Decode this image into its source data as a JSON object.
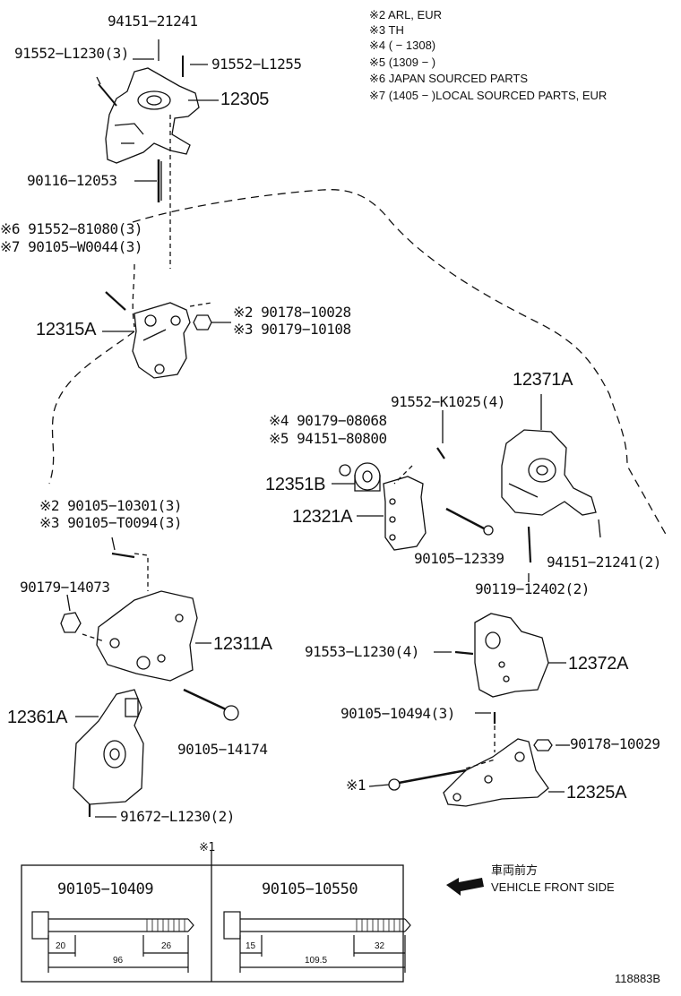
{
  "notes": {
    "n2": "※2 ARL, EUR",
    "n3": "※3 TH",
    "n4": "※4 (        − 1308)",
    "n5": "※5 (1309 −         )",
    "n6": "※6 JAPAN SOURCED PARTS",
    "n7": "※7 (1405 −         )LOCAL SOURCED PARTS, EUR"
  },
  "parts": {
    "p94151_21241": "94151−21241",
    "p91552_L1230_3": "91552−L1230(3)",
    "p91552_L1255": "91552−L1255",
    "p12305": "12305",
    "p90116_12053": "90116−12053",
    "p91552_81080_3": "※6 91552−81080(3)",
    "p90105_W0044_3": "※7 90105−W0044(3)",
    "p12315A": "12315A",
    "p90178_10028": "※2 90178−10028",
    "p90179_10108": "※3 90179−10108",
    "p12371A": "12371A",
    "p91552_K1025_4": "91552−K1025(4)",
    "p90179_08068": "※4 90179−08068",
    "p94151_80800": "※5 94151−80800",
    "p12351B": "12351B",
    "p12321A": "12321A",
    "p90105_12339": "90105−12339",
    "p94151_21241_2": "94151−21241(2)",
    "p90119_12402_2": "90119−12402(2)",
    "p90105_10301_3": "※2 90105−10301(3)",
    "p90105_T0094_3": "※3 90105−T0094(3)",
    "p90179_14073": "90179−14073",
    "p12311A": "12311A",
    "p91553_L1230_4": "91553−L1230(4)",
    "p12372A": "12372A",
    "p12361A": "12361A",
    "p90105_14174": "90105−14174",
    "p90105_10494_3": "90105−10494(3)",
    "p90178_10029": "90178−10029",
    "p_star1": "※1",
    "p12325A": "12325A",
    "p91672_L1230_2": "91672−L1230(2)"
  },
  "legend": {
    "star1": "※1",
    "bolt1": "90105−10409",
    "bolt1_d1": "20",
    "bolt1_d2": "26",
    "bolt1_d3": "96",
    "bolt2": "90105−10550",
    "bolt2_d1": "15",
    "bolt2_d2": "32",
    "bolt2_d3": "109.5"
  },
  "direction": {
    "jp": "車両前方",
    "en": "VEHICLE FRONT SIDE"
  },
  "figure_id": "118883B"
}
